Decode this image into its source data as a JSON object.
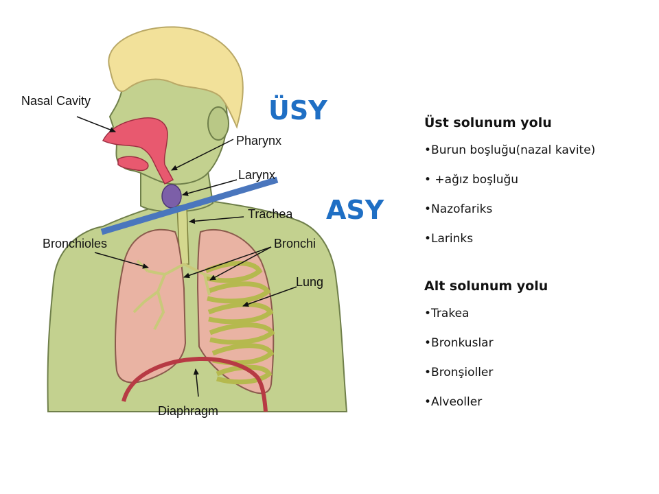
{
  "labels": {
    "nasal_cavity": "Nasal Cavity",
    "pharynx": "Pharynx",
    "larynx": "Larynx",
    "trachea": "Trachea",
    "bronchioles": "Bronchioles",
    "bronchi": "Bronchi",
    "lung": "Lung",
    "diaphragm": "Diaphragm"
  },
  "zones": {
    "upper": "ÜSY",
    "lower": "ASY"
  },
  "sections": [
    {
      "heading": "Üst solunum yolu",
      "items": [
        "Burun boşluğu(nazal kavite)",
        " +ağız boşluğu",
        "Nazofariks",
        "Larinks"
      ]
    },
    {
      "heading": "Alt solunum yolu",
      "items": [
        "Trakea",
        "Bronkuslar",
        "Bronşioller",
        "Alveoller"
      ]
    }
  ],
  "colors": {
    "divider": "#4a76bd",
    "zone_text": "#1f6fc4",
    "skin": "#c3d18f",
    "hair": "#f2e19a",
    "airway": "#e8596f",
    "lung_tissue": "#e9b3a3",
    "diaphragm": "#b73a44",
    "larynx": "#7c5fa8"
  }
}
